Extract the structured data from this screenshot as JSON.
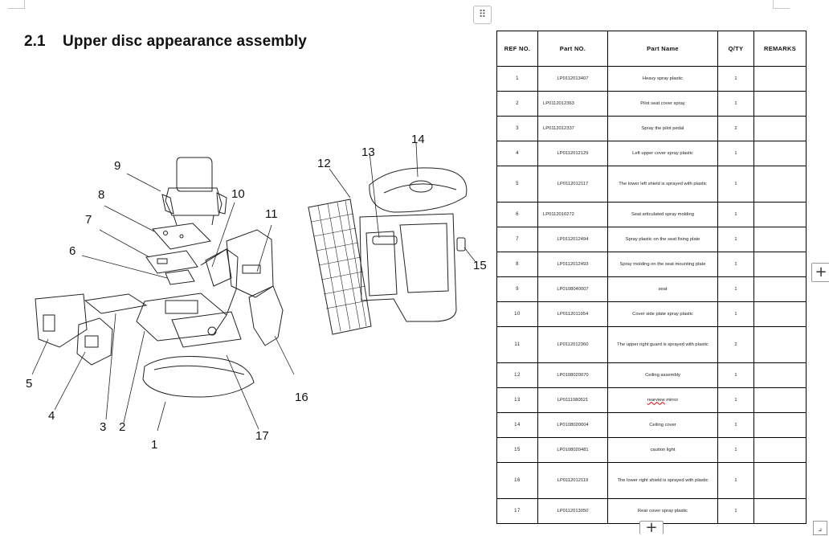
{
  "section": {
    "number": "2.1",
    "title": "Upper disc appearance assembly"
  },
  "controls": {
    "drag_handle_glyph": "⠿",
    "add_glyph": "+",
    "resize_glyph": "⌟"
  },
  "diagram": {
    "callouts": [
      "1",
      "2",
      "3",
      "4",
      "5",
      "6",
      "7",
      "8",
      "9",
      "10",
      "11",
      "12",
      "13",
      "14",
      "15",
      "16",
      "17"
    ]
  },
  "table": {
    "headers": {
      "ref": "REF NO.",
      "part_no": "Part NO.",
      "part_name": "Part Name",
      "qty": "Q/TY",
      "remarks": "REMARKS"
    },
    "rows": [
      {
        "ref": "1",
        "part_no": "LP0112013407",
        "part_name": "Heavy spray plastic",
        "qty": "1",
        "remark": ""
      },
      {
        "ref": "2",
        "part_no": "LP0112012363",
        "part_name": "Pilot seat cover spray",
        "qty": "1",
        "remark": ""
      },
      {
        "ref": "3",
        "part_no": "LP0112012337",
        "part_name": "Spray the pilot pedal",
        "qty": "2",
        "remark": ""
      },
      {
        "ref": "4",
        "part_no": "LP0112012129",
        "part_name": "Left upper cover spray plastic",
        "qty": "1",
        "remark": ""
      },
      {
        "ref": "5",
        "part_no": "LP0112012117",
        "part_name": "The lower left shield is sprayed with plastic",
        "qty": "1",
        "remark": ""
      },
      {
        "ref": "6",
        "part_no": "LP0112010272",
        "part_name": "Seat articulated spray molding",
        "qty": "1",
        "remark": ""
      },
      {
        "ref": "7",
        "part_no": "LP0112012494",
        "part_name": "Spray plastic on the seat fixing plate",
        "qty": "1",
        "remark": ""
      },
      {
        "ref": "8",
        "part_no": "LP0112012493",
        "part_name": "Spray molding on the seat mounting plate",
        "qty": "1",
        "remark": ""
      },
      {
        "ref": "9",
        "part_no": "LP0108040007",
        "part_name": "seat",
        "qty": "1",
        "remark": ""
      },
      {
        "ref": "10",
        "part_no": "LP0112011954",
        "part_name": "Cover side plate spray plastic",
        "qty": "1",
        "remark": ""
      },
      {
        "ref": "11",
        "part_no": "LP0112012360",
        "part_name": "The upper right guard is sprayed with plastic",
        "qty": "2",
        "remark": ""
      },
      {
        "ref": "12",
        "part_no": "LP0108020070",
        "part_name": "Ceiling assembly",
        "qty": "1",
        "remark": ""
      },
      {
        "ref": "13",
        "part_no": "LP0111080521",
        "part_name_prefix": "rearview",
        "part_name_suffix": " mirror",
        "qty": "1",
        "remark": ""
      },
      {
        "ref": "14",
        "part_no": "LP0108020004",
        "part_name": "Ceiling cover",
        "qty": "1",
        "remark": ""
      },
      {
        "ref": "15",
        "part_no": "LP0108020481",
        "part_name": "caution light",
        "qty": "1",
        "remark": ""
      },
      {
        "ref": "16",
        "part_no": "LP0112012119",
        "part_name": "The lower right shield is sprayed with plastic",
        "qty": "1",
        "remark": ""
      },
      {
        "ref": "17",
        "part_no": "LP0112013050",
        "part_name": "Rear cover spray plastic",
        "qty": "1",
        "remark": ""
      }
    ]
  }
}
